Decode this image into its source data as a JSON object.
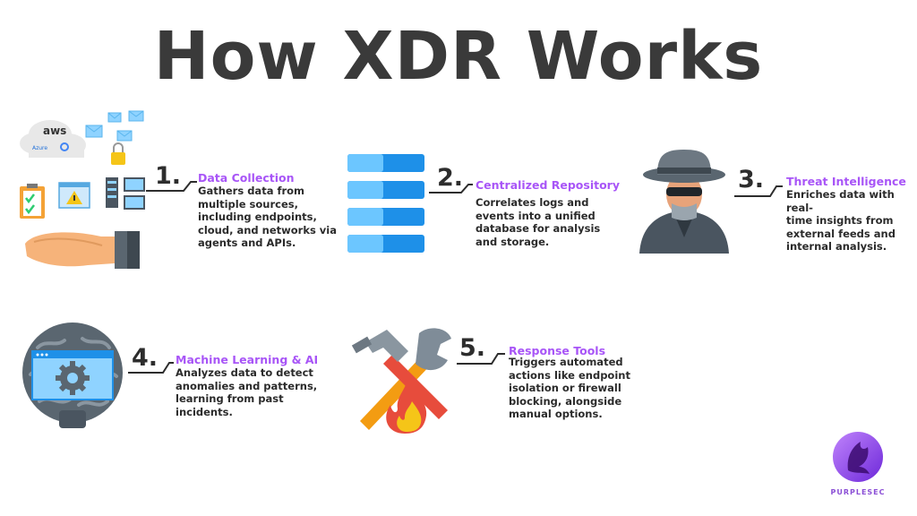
{
  "title": "How XDR Works",
  "steps": [
    {
      "number": "1.",
      "heading": "Data Collection",
      "lines": [
        "Gathers data from",
        "multiple sources,",
        "including endpoints,",
        "cloud, and networks via",
        "agents and APIs."
      ]
    },
    {
      "number": "2.",
      "heading": "Centralized Repository",
      "lines": [
        "Correlates logs and",
        "events into a unified",
        "database for analysis",
        "and storage."
      ]
    },
    {
      "number": "3.",
      "heading": "Threat Intelligence",
      "lines": [
        "Enriches data with real-",
        "time insights from",
        "external feeds and",
        "internal analysis."
      ]
    },
    {
      "number": "4.",
      "heading": "Machine Learning & AI",
      "lines": [
        "Analyzes data to detect",
        "anomalies and patterns,",
        "learning from past",
        "incidents."
      ]
    },
    {
      "number": "5.",
      "heading": "Response Tools",
      "lines": [
        "Triggers automated",
        "actions like endpoint",
        "isolation or firewall",
        "blocking, alongside",
        "manual options."
      ]
    }
  ],
  "illustration_labels": {
    "cloud_aws": "aws",
    "cloud_azure": "Azure"
  },
  "brand": {
    "name": "PURPLESEC"
  },
  "colors": {
    "title": "#3a3a3a",
    "heading": "#a855f7",
    "text": "#2b2b2b",
    "accent_blue": "#1e90e8"
  }
}
